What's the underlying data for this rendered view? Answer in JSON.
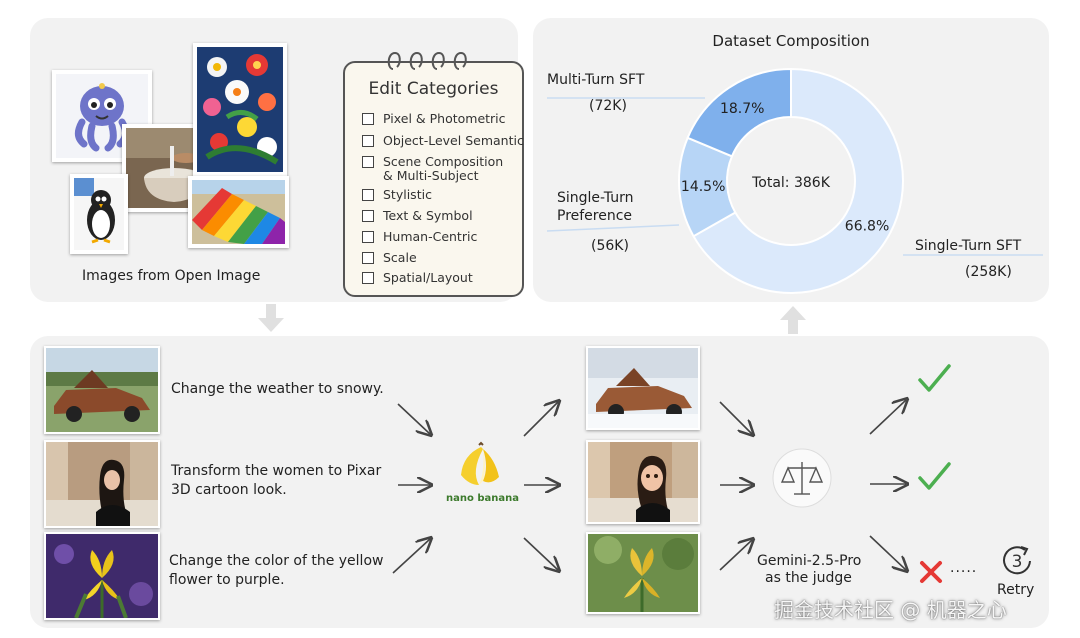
{
  "top_left": {
    "caption": "Images from Open Image",
    "notebook": {
      "title": "Edit Categories",
      "items": [
        "Pixel & Photometric",
        "Object-Level Semantic",
        "Scene Composition",
        "& Multi-Subject",
        "Stylistic",
        "Text & Symbol",
        "Human-Centric",
        "Scale",
        "Spatial/Layout"
      ]
    }
  },
  "chart_data": {
    "type": "pie",
    "title": "Dataset Composition",
    "center_label": "Total: 386K",
    "slices": [
      {
        "label": "Single-Turn SFT",
        "count": "(258K)",
        "value": 66.8,
        "value_label": "66.8%",
        "color": "#dbe9fb"
      },
      {
        "label": "Single-Turn Preference",
        "label_lines": [
          "Single-Turn",
          "Preference"
        ],
        "count": "(56K)",
        "value": 14.5,
        "value_label": "14.5%",
        "color": "#b7d5f6"
      },
      {
        "label": "Multi-Turn SFT",
        "count": "(72K)",
        "value": 18.7,
        "value_label": "18.7%",
        "color": "#7fb0ec"
      }
    ]
  },
  "pipeline": {
    "prompts": [
      {
        "lines": [
          "Change the weather to snowy."
        ]
      },
      {
        "lines": [
          "Transform the women to Pixar",
          "3D cartoon look."
        ]
      },
      {
        "lines": [
          "Change the color of the yellow",
          "flower to purple."
        ]
      }
    ],
    "model_label": "nano banana",
    "judge_lines": [
      "Gemini-2.5-Pro",
      "as the judge"
    ],
    "dots": ".....",
    "retry_number": "3",
    "retry_label": "Retry",
    "colors": {
      "check": "#4caf50",
      "cross": "#e53935"
    }
  },
  "watermark": "掘金技术社区 @ 机器之心"
}
